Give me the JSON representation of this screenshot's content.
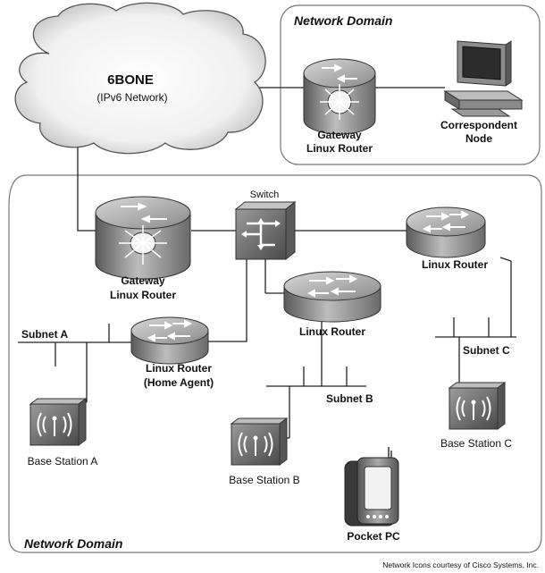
{
  "domains": {
    "top": "Network Domain",
    "bottom": "Network Domain"
  },
  "cloud": {
    "title": "6BONE",
    "subtitle": "(IPv6 Network)"
  },
  "nodes": {
    "gateway_top": [
      "Gateway",
      "Linux Router"
    ],
    "correspondent": [
      "Correspondent",
      "Node"
    ],
    "gateway_bottom": [
      "Gateway",
      "Linux Router"
    ],
    "switch": "Switch",
    "router_right": "Linux Router",
    "router_mid": "Linux Router",
    "home_agent": [
      "Linux Router",
      "(Home Agent)"
    ],
    "base_a": "Base Station A",
    "base_b": "Base Station B",
    "base_c": "Base Station C",
    "pocket_pc": "Pocket PC"
  },
  "subnets": {
    "a": "Subnet A",
    "b": "Subnet B",
    "c": "Subnet C"
  },
  "credit": "Network Icons courtesy of Cisco Systems, Inc.",
  "icons": [
    "cloud-icon",
    "router-icon",
    "switch-icon",
    "workstation-icon",
    "base-station-icon",
    "pocket-pc-icon"
  ]
}
